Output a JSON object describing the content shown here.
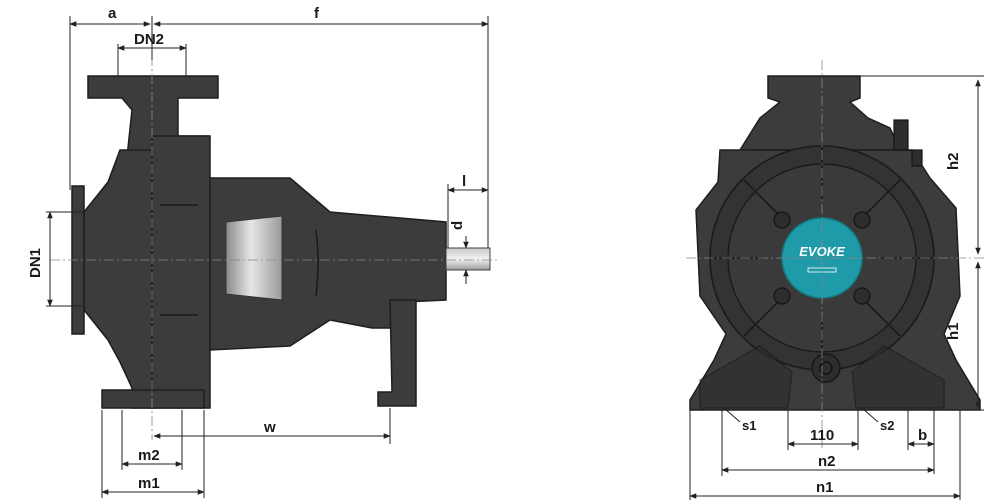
{
  "side_view": {
    "labels": {
      "a": "a",
      "f": "f",
      "dn2": "DN2",
      "dn1": "DN1",
      "l": "l",
      "d": "d",
      "w": "w",
      "m2": "m2",
      "m1": "m1"
    }
  },
  "front_view": {
    "logo_text": "EVOKE",
    "labels": {
      "h2": "h2",
      "h1": "h1",
      "s1": "s1",
      "s2": "s2",
      "dim_110": "110",
      "b": "b",
      "n2": "n2",
      "n1": "n1"
    },
    "colors": {
      "logo_badge": "#1f9aa8",
      "casing": "#3c3c3c"
    }
  }
}
